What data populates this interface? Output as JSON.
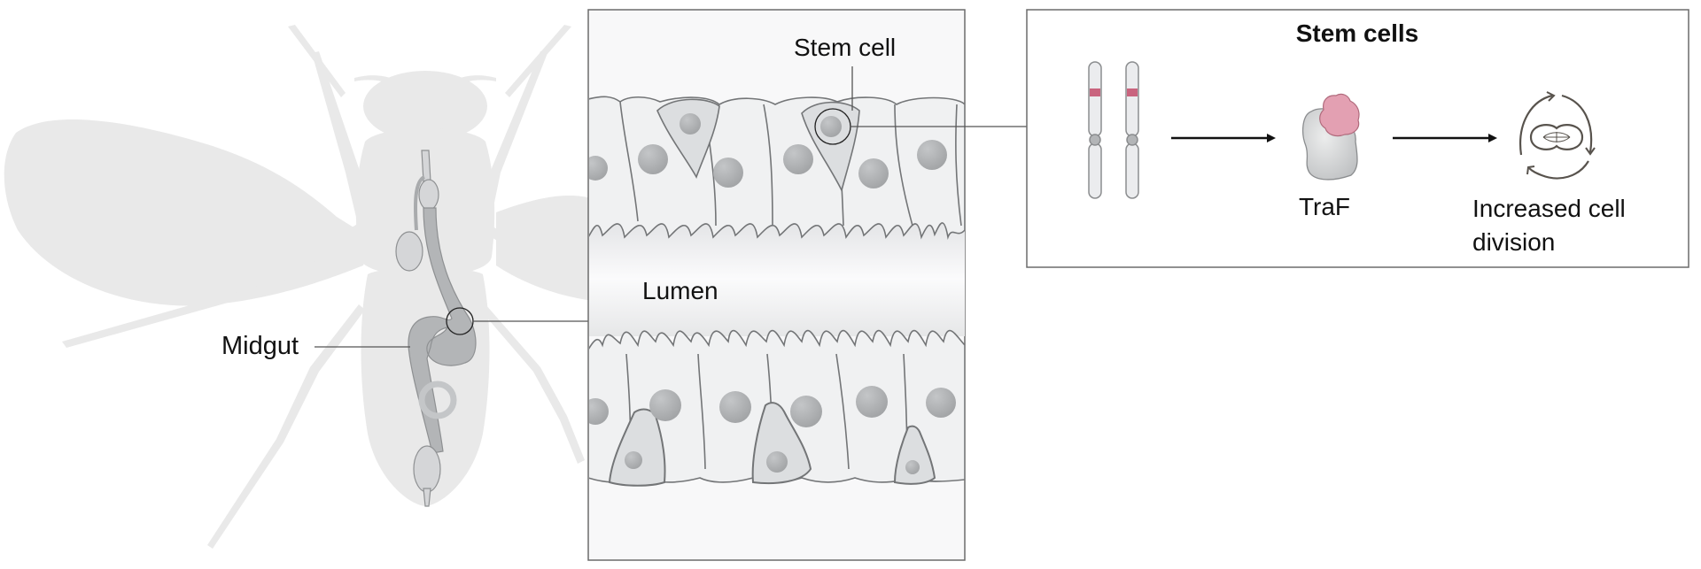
{
  "figure": {
    "panels": {
      "fly": {
        "labels": {
          "midgut": "Midgut"
        }
      },
      "tissue": {
        "labels": {
          "stem_cell": "Stem cell",
          "lumen": "Lumen"
        }
      },
      "pathway": {
        "title": "Stem cells",
        "steps": [
          {
            "icon": "chromosome-pair-icon",
            "label": ""
          },
          {
            "icon": "traf-protein-icon",
            "label": "TraF"
          },
          {
            "icon": "cell-division-cycle-icon",
            "label_line1": "Increased cell",
            "label_line2": "division"
          }
        ],
        "arrows": [
          "arrow-right-icon",
          "arrow-right-icon"
        ]
      }
    },
    "colors": {
      "silhouette": "#e9e9e9",
      "gut": "#b3b5b7",
      "gut_light": "#d5d6d8",
      "cell_fill": "#f0f1f2",
      "stem_fill": "#dcdee0",
      "nucleus": "#a7a9ab",
      "outline": "#737577",
      "band_pink": "#c9647e",
      "traf_pink": "#e3a0b2",
      "cycle_stroke": "#58534d",
      "frame": "#6b6b6b"
    }
  }
}
